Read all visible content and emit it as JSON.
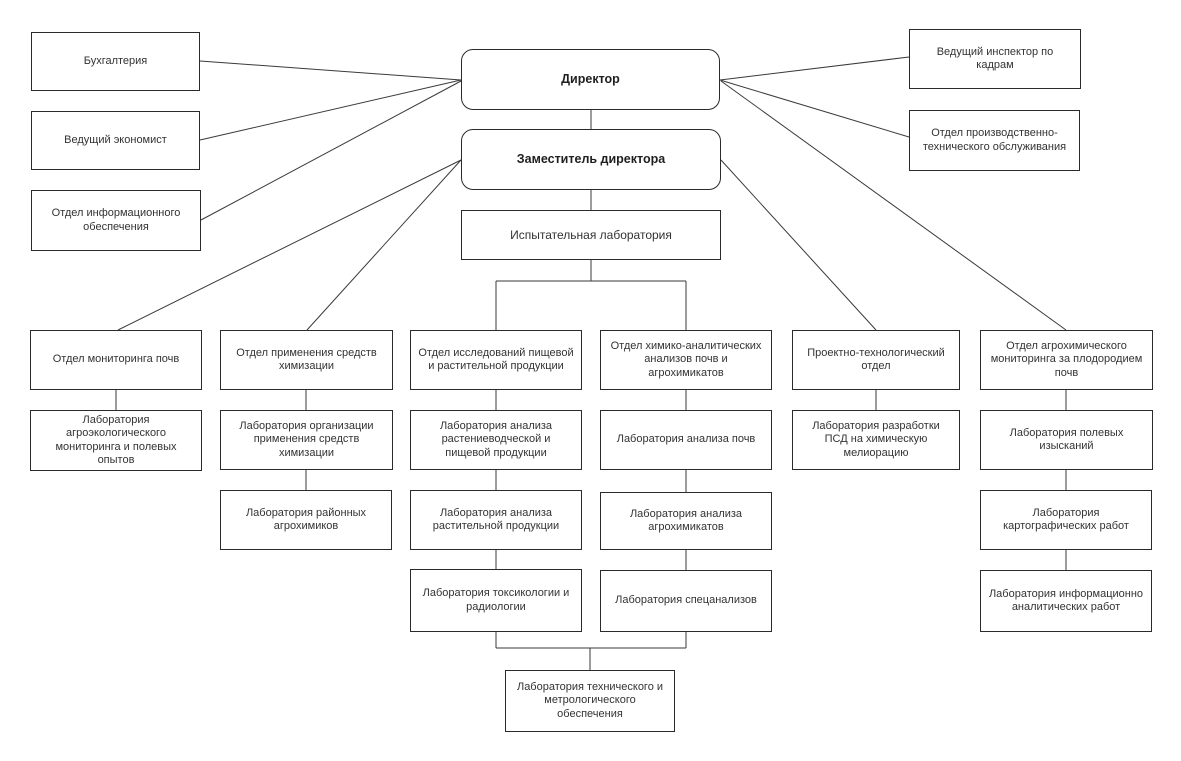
{
  "diagram": {
    "director": "Директор",
    "deputy": "Заместитель директора",
    "testing_lab": "Испытательная лаборатория",
    "left_units": [
      "Бухгалтерия",
      "Ведущий экономист",
      "Отдел информационного обеспечения"
    ],
    "right_units": [
      "Ведущий инспектор по кадрам",
      "Отдел производственно-технического обслуживания"
    ],
    "columns": [
      {
        "dept": "Отдел мониторинга почв",
        "labs": [
          "Лаборатория агроэкологического мониторинга и полевых опытов"
        ]
      },
      {
        "dept": "Отдел применения средств химизации",
        "labs": [
          "Лаборатория организации применения средств химизации",
          "Лаборатория районных агрохимиков"
        ]
      },
      {
        "dept": "Отдел исследований пищевой и растительной продукции",
        "labs": [
          "Лаборатория анализа растениеводческой и пищевой продукции",
          "Лаборатория анализа растительной продукции",
          "Лаборатория токсикологии и радиологии"
        ]
      },
      {
        "dept": "Отдел химико-аналитических анализов почв и агрохимикатов",
        "labs": [
          "Лаборатория анализа почв",
          "Лаборатория анализа агрохимикатов",
          "Лаборатория спецанализов"
        ]
      },
      {
        "dept": "Проектно-технологический отдел",
        "labs": [
          "Лаборатория разработки ПСД на химическую мелиорацию"
        ]
      },
      {
        "dept": "Отдел агрохимического мониторинга за плодородием почв",
        "labs": [
          "Лаборатория полевых изысканий",
          "Лаборатория картографических работ",
          "Лаборатория информационно аналитических работ"
        ]
      }
    ],
    "shared_lab": "Лаборатория технического и метрологического обеспечения",
    "colors": {
      "box_border": "#2b2b2b",
      "line": "#3a3a3a",
      "text": "#333333",
      "background": "#ffffff"
    }
  }
}
